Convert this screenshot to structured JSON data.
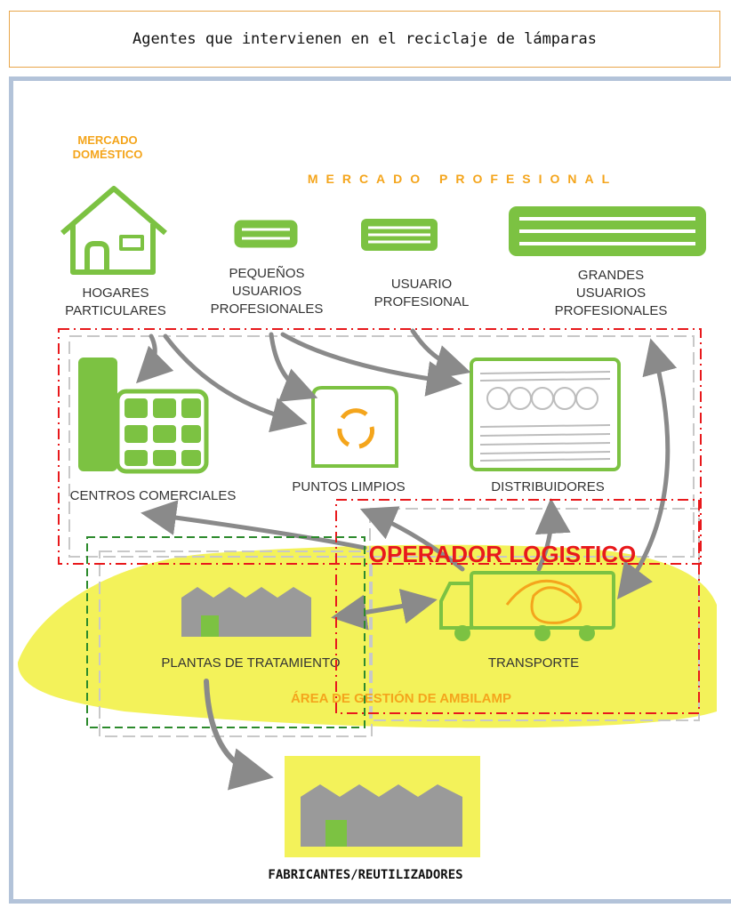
{
  "title": "Agentes que intervienen en el reciclaje de lámparas",
  "markets": {
    "domestic_line1": "MERCADO",
    "domestic_line2": "DOMÉSTICO",
    "professional": "MERCADO PROFESIONAL"
  },
  "sources": {
    "hogares_1": "HOGARES",
    "hogares_2": "PARTICULARES",
    "pequenos_1": "PEQUEÑOS",
    "pequenos_2": "USUARIOS",
    "pequenos_3": "PROFESIONALES",
    "usuario_1": "USUARIO",
    "usuario_2": "PROFESIONAL",
    "grandes_1": "GRANDES",
    "grandes_2": "USUARIOS",
    "grandes_3": "PROFESIONALES"
  },
  "collection": {
    "centros": "CENTROS COMERCIALES",
    "puntos": "PUNTOS LIMPIOS",
    "distribuidores": "DISTRIBUIDORES"
  },
  "operador": "OPERADOR LOGISTICO",
  "plantas": "PLANTAS DE TRATAMIENTO",
  "transporte": "TRANSPORTE",
  "area": "ÁREA DE GESTIÓN DE AMBILAMP",
  "fabricantes": "FABRICANTES/REUTILIZADORES",
  "colors": {
    "green": "#7cc242",
    "orange": "#f4a51c",
    "yellow": "#f3f25a",
    "gray": "#8a8a8a",
    "red": "#e8191c",
    "dark_green": "#2c8a2c"
  }
}
